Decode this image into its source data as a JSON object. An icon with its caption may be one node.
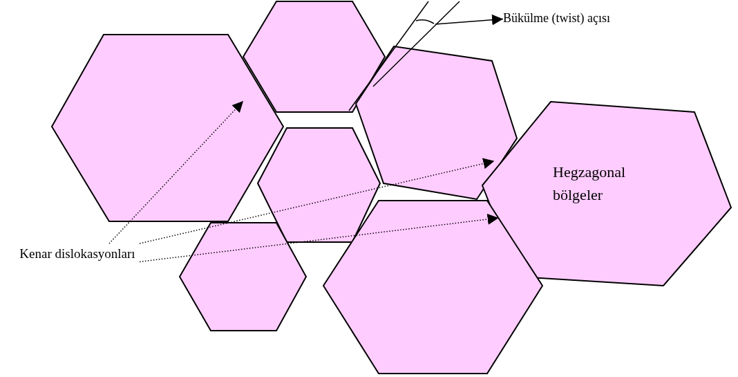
{
  "diagram": {
    "nodes": [
      {
        "text": [],
        "shape": "hexagon"
      },
      {
        "text": [],
        "shape": "hexagon"
      },
      {
        "text": [],
        "shape": "hexagon"
      },
      {
        "text": [],
        "shape": "hexagon"
      },
      {
        "text": [
          "Hegzagonal bölgeler"
        ]
      },
      {
        "text": [],
        "shape": "hexagon"
      },
      {
        "text": [],
        "shape": "hexagon"
      },
      {
        "text": [
          "Bükülme (twist) açısı"
        ]
      },
      {
        "text": [
          "Kenar dislokasyonları"
        ]
      }
    ],
    "edges": [
      {
        "from": 8,
        "to": 1,
        "arrow": "to",
        "style": "dashed"
      },
      {
        "from": 8,
        "to": 2,
        "arrow": "to",
        "style": "dashed"
      },
      {
        "from": 8,
        "to": 6,
        "arrow": "to",
        "style": "dashed"
      },
      {
        "from": null,
        "to": 7,
        "arrow": "to"
      }
    ]
  }
}
